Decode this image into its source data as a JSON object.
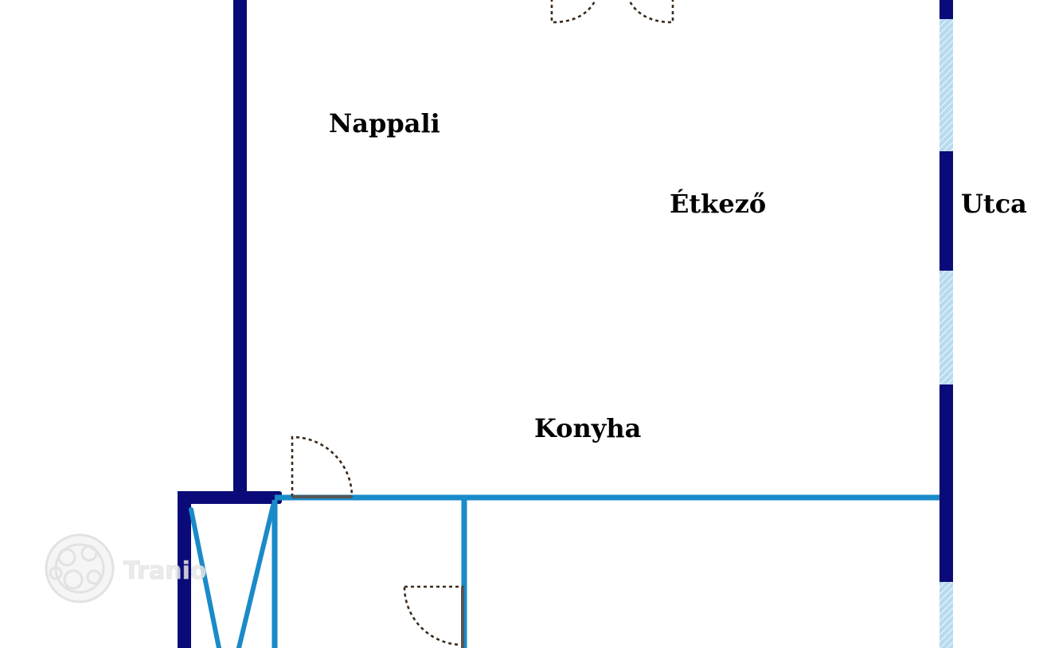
{
  "floor_plan": {
    "rooms": [
      {
        "id": "living-room",
        "label": "Nappali"
      },
      {
        "id": "dining-room",
        "label": "Étkező"
      },
      {
        "id": "kitchen",
        "label": "Konyha"
      }
    ],
    "street_label": "Utca",
    "watermark": "Tranio",
    "colors": {
      "outer_wall": "#0a0a78",
      "inner_wall": "#1a8ac8",
      "window": "#9cc8e8",
      "door_swing": "#3a2a1a",
      "door_leaf": "#555555"
    }
  }
}
